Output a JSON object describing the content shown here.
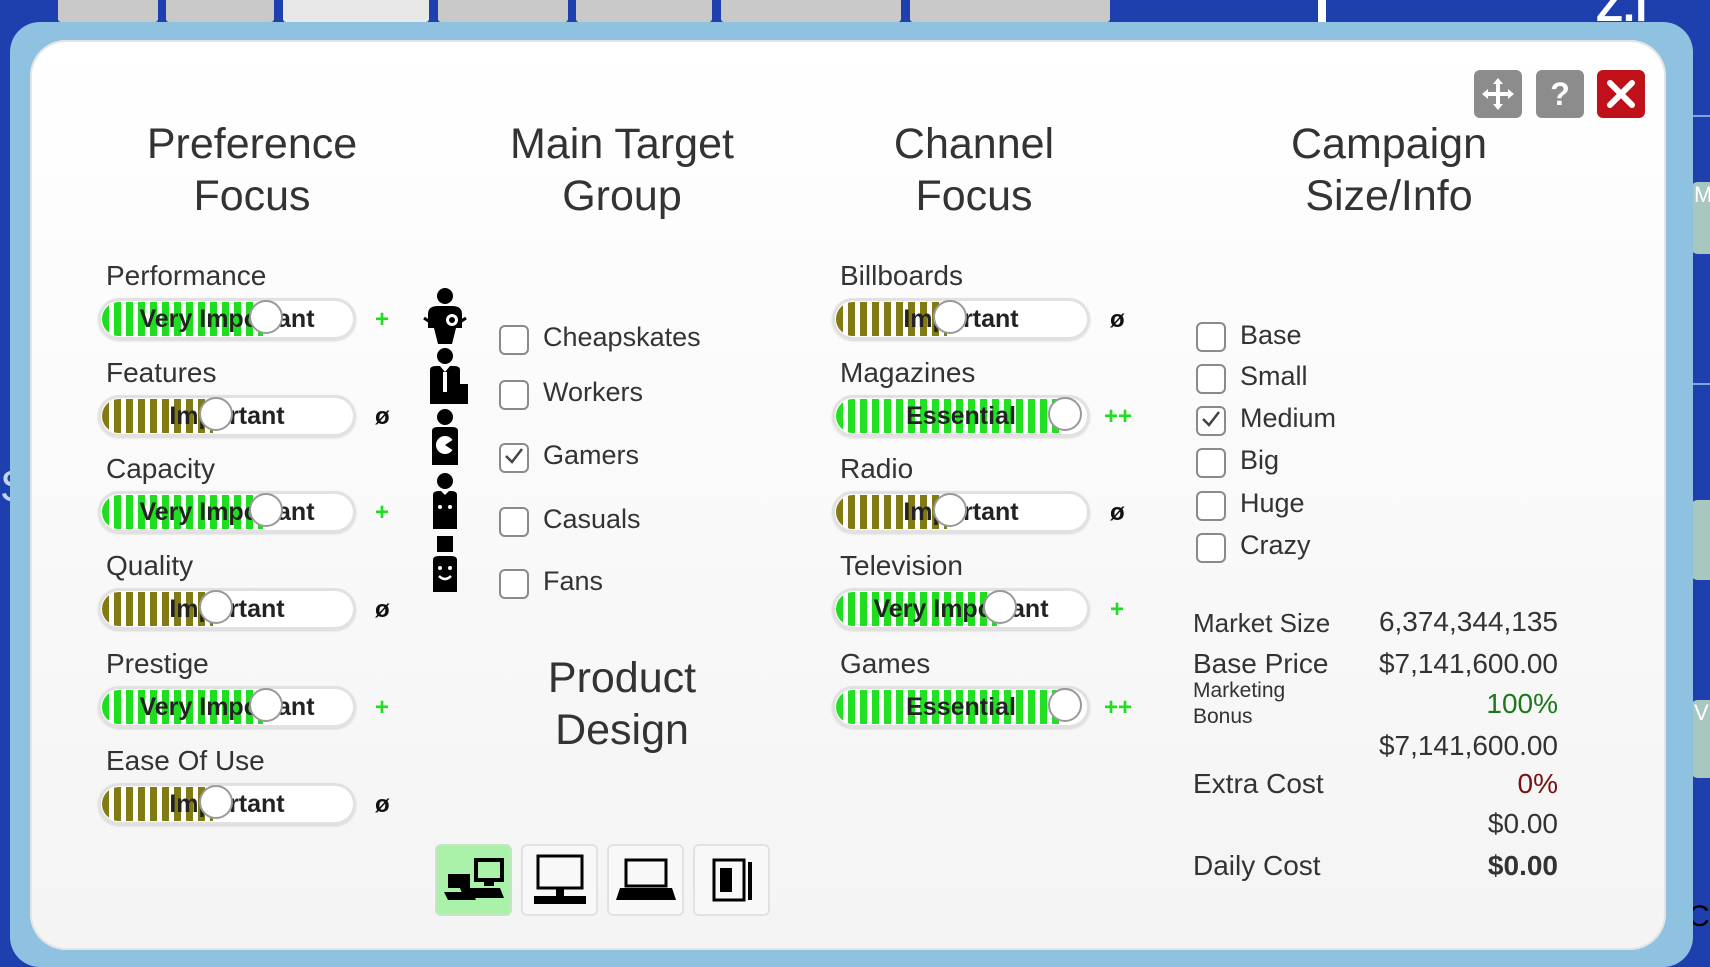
{
  "window": {
    "buttons": [
      "move",
      "help",
      "close"
    ]
  },
  "columns": {
    "preference_focus": {
      "title_line1": "Preference",
      "title_line2": "Focus",
      "rows": [
        {
          "label": "Performance",
          "value": "Very Important",
          "indicator": "+"
        },
        {
          "label": "Features",
          "value": "Important",
          "indicator": "ø"
        },
        {
          "label": "Capacity",
          "value": "Very Important",
          "indicator": "+"
        },
        {
          "label": "Quality",
          "value": "Important",
          "indicator": "ø"
        },
        {
          "label": "Prestige",
          "value": "Very Important",
          "indicator": "+"
        },
        {
          "label": "Ease Of Use",
          "value": "Important",
          "indicator": "ø"
        }
      ]
    },
    "main_target_group": {
      "title_line1": "Main Target",
      "title_line2": "Group",
      "options": [
        {
          "label": "Cheapskates",
          "checked": false,
          "icon": "cheapskate-person-icon"
        },
        {
          "label": "Workers",
          "checked": false,
          "icon": "worker-person-icon"
        },
        {
          "label": "Gamers",
          "checked": true,
          "icon": "gamer-person-icon"
        },
        {
          "label": "Casuals",
          "checked": false,
          "icon": "casual-person-icon"
        },
        {
          "label": "Fans",
          "checked": false,
          "icon": "fan-person-icon"
        }
      ]
    },
    "product_design": {
      "title_line1": "Product",
      "title_line2": "Design",
      "options": [
        {
          "icon": "all-devices-icon",
          "selected": true
        },
        {
          "icon": "desktop-icon",
          "selected": false
        },
        {
          "icon": "laptop-icon",
          "selected": false
        },
        {
          "icon": "tablet-icon",
          "selected": false
        }
      ]
    },
    "channel_focus": {
      "title_line1": "Channel",
      "title_line2": "Focus",
      "rows": [
        {
          "label": "Billboards",
          "value": "Important",
          "indicator": "ø"
        },
        {
          "label": "Magazines",
          "value": "Essential",
          "indicator": "++"
        },
        {
          "label": "Radio",
          "value": "Important",
          "indicator": "ø"
        },
        {
          "label": "Television",
          "value": "Very Important",
          "indicator": "+"
        },
        {
          "label": "Games",
          "value": "Essential",
          "indicator": "++"
        }
      ]
    },
    "campaign": {
      "title_line1": "Campaign",
      "title_line2": "Size/Info",
      "sizes": [
        {
          "label": "Base",
          "checked": false
        },
        {
          "label": "Small",
          "checked": false
        },
        {
          "label": "Medium",
          "checked": true
        },
        {
          "label": "Big",
          "checked": false
        },
        {
          "label": "Huge",
          "checked": false
        },
        {
          "label": "Crazy",
          "checked": false
        }
      ],
      "info": {
        "market_size_label": "Market Size",
        "market_size": "6,374,344,135",
        "base_price_label": "Base Price",
        "base_price": "$7,141,600.00",
        "marketing_bonus_label_1": "Marketing",
        "marketing_bonus_label_2": "Bonus",
        "marketing_bonus": "100%",
        "subtotal": "$7,141,600.00",
        "extra_cost_label": "Extra Cost",
        "extra_cost_pct": "0%",
        "extra_cost": "$0.00",
        "daily_cost_label": "Daily Cost",
        "daily_cost": "$0.00"
      }
    }
  },
  "colors": {
    "very_important": "#1fdd1f",
    "important": "#827a12",
    "essential": "#22e022",
    "plus": "#1fdd1f",
    "close_red": "#c0111b",
    "btn_gray": "#8c8c8c",
    "bonus_green": "#1a7a1a",
    "extra_red": "#7a1010"
  },
  "levels": {
    "Important": 0.45,
    "Very Important": 0.68,
    "Essential": 0.98
  },
  "edge": {
    "top_right_text": "Z.i",
    "left_peek": "S",
    "right_peek_1": "M",
    "right_peek_2": "V",
    "bottom_right_text": "Co"
  }
}
